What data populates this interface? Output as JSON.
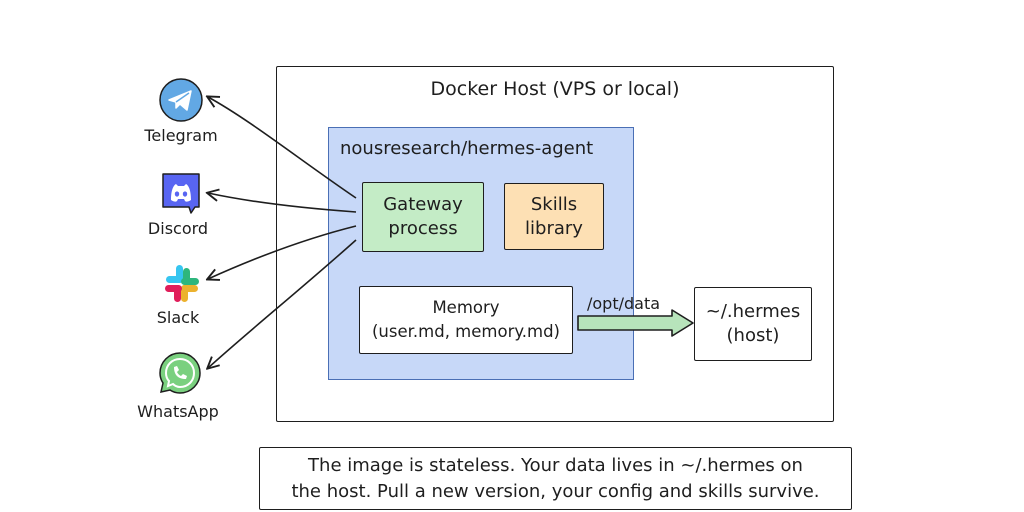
{
  "docker_host": {
    "title": "Docker Host (VPS or local)"
  },
  "container": {
    "title": "nousresearch/hermes-agent",
    "gateway": {
      "line1": "Gateway",
      "line2": "process"
    },
    "skills": {
      "line1": "Skills",
      "line2": "library"
    },
    "memory": {
      "line1": "Memory",
      "line2": "(user.md, memory.md)"
    }
  },
  "mount": {
    "label": "/opt/data"
  },
  "host_dir": {
    "line1": "~/.hermes",
    "line2": "(host)"
  },
  "apps": [
    {
      "label": "Telegram",
      "icon": "telegram-icon",
      "color": "#62a8e4"
    },
    {
      "label": "Discord",
      "icon": "discord-icon",
      "color": "#5865f2"
    },
    {
      "label": "Slack",
      "icon": "slack-icon",
      "color": "#4a154b"
    },
    {
      "label": "WhatsApp",
      "icon": "whatsapp-icon",
      "color": "#7ad07f"
    }
  ],
  "note": {
    "line1": "The image is stateless. Your data lives in ~/.hermes on",
    "line2": "the host. Pull a new version, your config and skills survive."
  },
  "colors": {
    "container_fill": "#c7d8f8",
    "gateway_fill": "#c4ecc6",
    "skills_fill": "#fde0b4",
    "arrow_fill": "#b7e4bb"
  }
}
